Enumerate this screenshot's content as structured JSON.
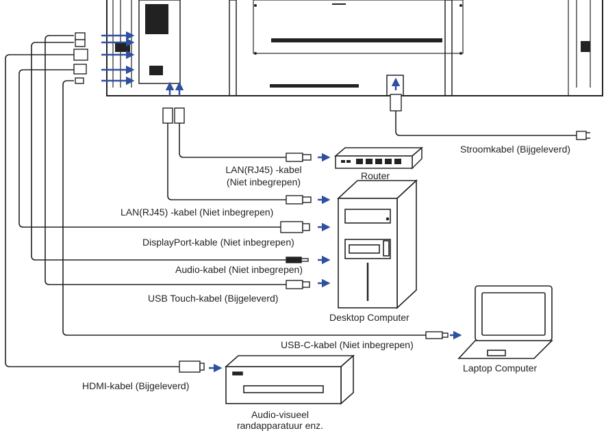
{
  "labels": {
    "power_cable": "Stroomkabel (Bijgeleverd)",
    "lan_cable_router_1": "LAN(RJ45) -kabel",
    "lan_cable_router_2": "(Niet inbegrepen)",
    "router": "Router",
    "lan_cable_pc": "LAN(RJ45) -kabel (Niet inbegrepen)",
    "displayport_cable": "DisplayPort-kable (Niet inbegrepen)",
    "audio_cable": "Audio-kabel (Niet inbegrepen)",
    "usb_touch_cable": "USB Touch-kabel (Bijgeleverd)",
    "desktop_computer": "Desktop Computer",
    "usbc_cable": "USB-C-kabel (Niet inbegrepen)",
    "laptop_computer": "Laptop Computer",
    "hdmi_cable": "HDMI-kabel (Bijgeleverd)",
    "av_device_1": "Audio-visueel",
    "av_device_2": "randapparatuur enz."
  },
  "colors": {
    "line": "#222222",
    "arrow": "#2f4f9f",
    "panel": "#ffffff"
  }
}
